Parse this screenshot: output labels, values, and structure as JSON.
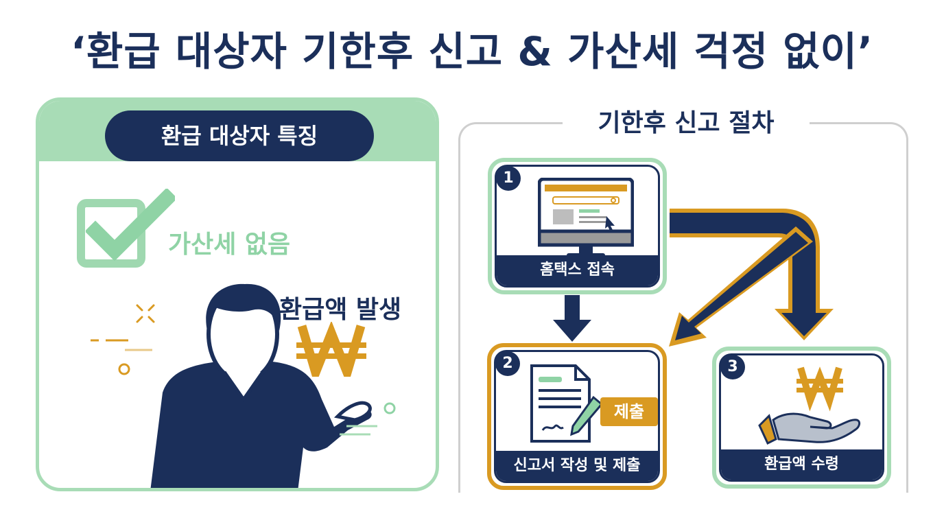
{
  "title": "‘환급 대상자 기한후 신고 & 가산세 걱정 없이’",
  "left": {
    "heading": "환급 대상자 특징",
    "no_penalty": "가산세 없음",
    "refund_occurs": "환급액 발생",
    "icons": [
      "check-icon",
      "won-icon",
      "person-icon"
    ]
  },
  "right": {
    "heading": "기한후 신고 절차",
    "steps": [
      {
        "number": "1",
        "label": "홈택스 접속",
        "icon": "monitor-icon"
      },
      {
        "number": "2",
        "label": "신고서 작성 및 제출",
        "tag": "제출",
        "icon": "document-pen-icon"
      },
      {
        "number": "3",
        "label": "환급액 수령",
        "icon": "hand-won-icon"
      }
    ]
  },
  "colors": {
    "navy": "#1b2f5a",
    "mint": "#a8dcb6",
    "gold": "#d99a22",
    "gray": "#cfcfcf"
  }
}
